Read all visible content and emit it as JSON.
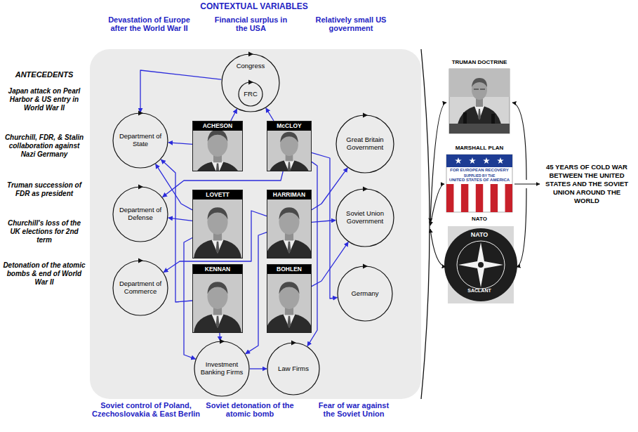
{
  "diagram": {
    "title": "CONTEXTUAL VARIABLES",
    "nodes": [
      {
        "text": [
          "Congress"
        ]
      },
      {
        "text": [
          "FRC"
        ],
        "in": 0
      },
      {
        "text": [
          "Department of State"
        ]
      },
      {
        "text": [
          "ACHESON"
        ]
      },
      {
        "text": [
          "McCLOY"
        ]
      },
      {
        "text": [
          "Great Britain Government"
        ]
      },
      {
        "text": [
          "Department of Defense"
        ]
      },
      {
        "text": [
          "LOVETT"
        ]
      },
      {
        "text": [
          "HARRIMAN"
        ]
      },
      {
        "text": [
          "Soviet Union Government"
        ]
      },
      {
        "text": [
          "Department of Commerce"
        ]
      },
      {
        "text": [
          "KENNAN"
        ]
      },
      {
        "text": [
          "BOHLEN"
        ]
      },
      {
        "text": [
          "Germany"
        ]
      },
      {
        "text": [
          "Investment Banking Firms"
        ]
      },
      {
        "text": [
          "Law Firms"
        ]
      }
    ],
    "edges": [
      {
        "from": 3,
        "to": 2,
        "arrow": "to"
      },
      {
        "from": 3,
        "to": 0,
        "arrow": "to"
      },
      {
        "from": 4,
        "to": 0,
        "arrow": "to"
      },
      {
        "from": 4,
        "to": 6,
        "arrow": "to"
      },
      {
        "from": 4,
        "to": 13,
        "arrow": "to"
      },
      {
        "from": 7,
        "to": 6,
        "arrow": "to"
      },
      {
        "from": 7,
        "to": 2,
        "arrow": "to"
      },
      {
        "from": 7,
        "to": 14,
        "arrow": "to"
      },
      {
        "from": 8,
        "to": 9,
        "arrow": "to"
      },
      {
        "from": 8,
        "to": 5,
        "arrow": "to"
      },
      {
        "from": 8,
        "to": 10,
        "arrow": "to"
      },
      {
        "from": 8,
        "to": 14,
        "arrow": "to"
      },
      {
        "from": 11,
        "to": 2,
        "arrow": "to"
      },
      {
        "from": 11,
        "to": 14,
        "arrow": "to"
      },
      {
        "from": 12,
        "to": 9,
        "arrow": "to"
      },
      {
        "from": 14,
        "to": 15,
        "arrow": "to"
      },
      {
        "from": 4,
        "to": 15,
        "arrow": "to"
      },
      {
        "from": 0,
        "to": 2,
        "arrow": "to"
      }
    ],
    "labels": [
      "Devastation of Europe after the World War II",
      "Financial surplus in the USA",
      "Relatively small US government",
      "ANTECEDENTS",
      "Japan attack on Pearl Harbor & US entry in World War II",
      "Churchill, FDR, & Stalin collaboration against Nazi Germany",
      "Truman succession of FDR as president",
      "Churchill's loss of the UK elections for 2nd term",
      "Detonation of the atomic bombs & end of World War II",
      "Soviet control of Poland, Czechoslovakia & East Berlin",
      "Soviet detonation of the atomic bomb",
      "Fear of war against the Soviet Union",
      "TRUMAN DOCTRINE",
      "MARSHALL PLAN",
      "FOR EUROPEAN RECOVERY",
      "SUPPLIED BY THE",
      "UNITED STATES OF AMERICA",
      "NATO",
      "NATO",
      "SACLANT",
      "45 YEARS OF COLD WAR BETWEEN THE UNITED STATES AND THE SOVIET UNION AROUND THE WORLD"
    ]
  }
}
